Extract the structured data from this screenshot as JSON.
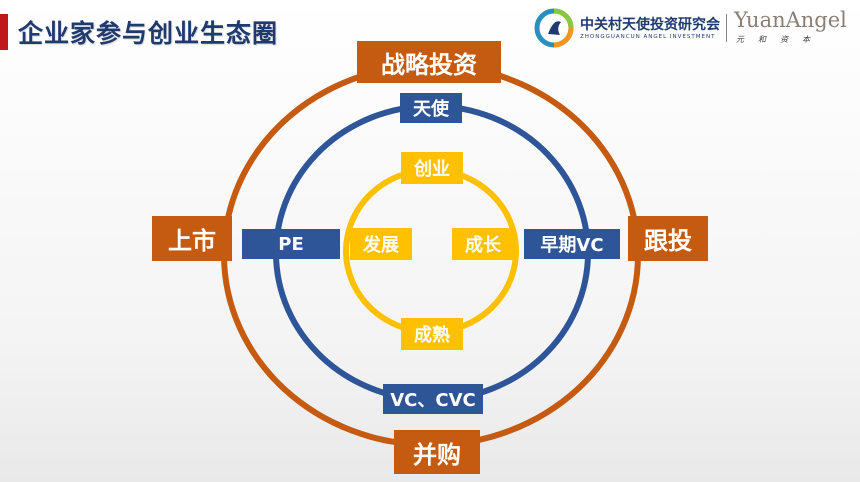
{
  "header": {
    "title": "企业家参与创业生态圈"
  },
  "logo": {
    "org_name": "中关村天使投资研究会",
    "org_name_en": "ZHONGGUANCUN ANGEL INVESTMENT",
    "brand": "YuanAngel",
    "brand_sub": "元和资本"
  },
  "diagram": {
    "outer_ring": {
      "color": "#c55a11",
      "top": "战略投资",
      "bottom": "并购",
      "left": "上市",
      "right": "跟投"
    },
    "middle_ring": {
      "color": "#2e5597",
      "top": "天使",
      "bottom": "VC、CVC",
      "left": "PE",
      "right": "早期VC"
    },
    "inner_ring": {
      "color": "#ffc000",
      "top": "创业",
      "bottom": "成熟",
      "left": "发展",
      "right": "成长"
    }
  }
}
